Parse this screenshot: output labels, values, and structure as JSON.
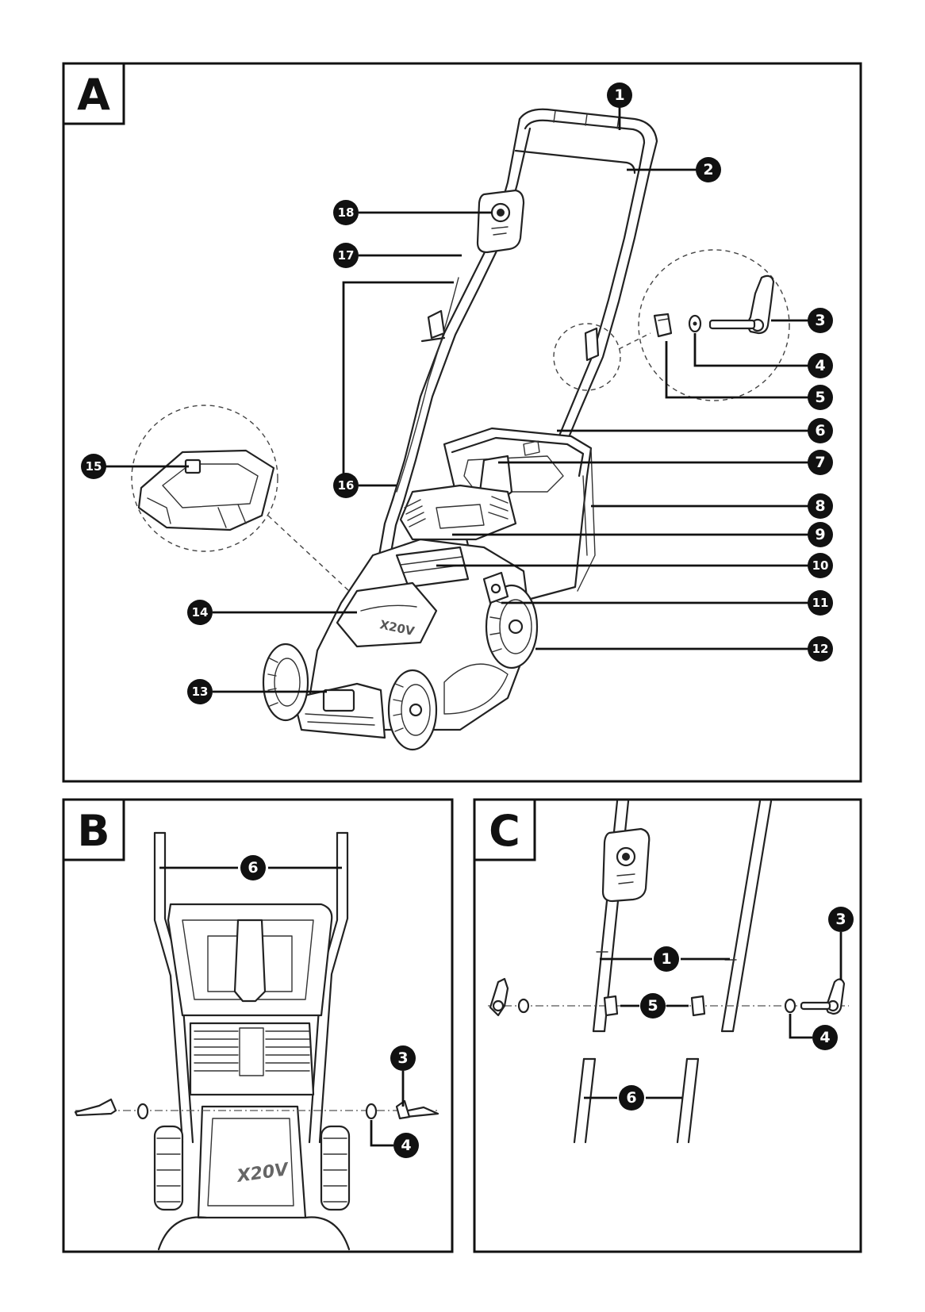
{
  "panels": [
    {
      "letter": "A"
    },
    {
      "letter": "B"
    },
    {
      "letter": "C"
    }
  ],
  "panel_a_callouts": [
    "1",
    "2",
    "3",
    "4",
    "5",
    "6",
    "7",
    "8",
    "9",
    "10",
    "11",
    "12",
    "13",
    "14",
    "15",
    "16",
    "17",
    "18"
  ],
  "panel_b_callouts": [
    "6",
    "3",
    "4"
  ],
  "panel_c_callouts": [
    "3",
    "1",
    "5",
    "4",
    "6"
  ],
  "product_marking": "X20V"
}
